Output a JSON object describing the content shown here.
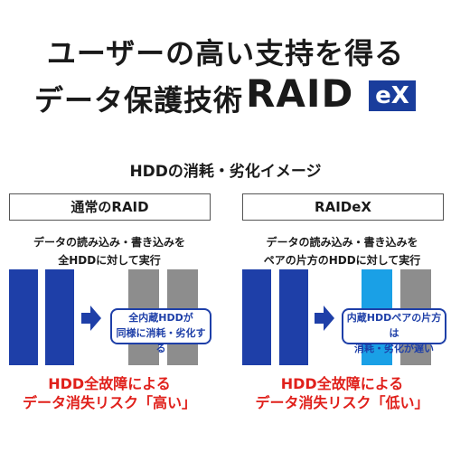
{
  "headline": {
    "line1": "ユーザーの高い支持を得る",
    "line2": "データ保護技術",
    "brand": "RAID",
    "badge": "eX"
  },
  "subtitle": "HDDの消耗・劣化イメージ",
  "panels": [
    {
      "label": "通常のRAID",
      "desc1": "データの読み込み・書き込みを",
      "desc2": "全HDDに対して実行",
      "note1": "全内蔵HDDが",
      "note2": "同様に消耗・劣化する",
      "risk1": "HDD全故障による",
      "risk2": "データ消失リスク「高い」"
    },
    {
      "label": "RAIDeX",
      "desc1": "データの読み込み・書き込みを",
      "desc2": "ペアの片方のHDDに対して実行",
      "note1": "内蔵HDDペアの片方は",
      "note2": "消耗・劣化が遅い",
      "risk1": "HDD全故障による",
      "risk2": "データ消失リスク「低い」"
    }
  ],
  "colors": {
    "hdd_active": "#1e3fa8",
    "hdd_worn": "#8d8d8d",
    "hdd_healthy": "#1aa0e6",
    "risk_text": "#e0201b",
    "brand_badge": "#1a3d9c"
  }
}
